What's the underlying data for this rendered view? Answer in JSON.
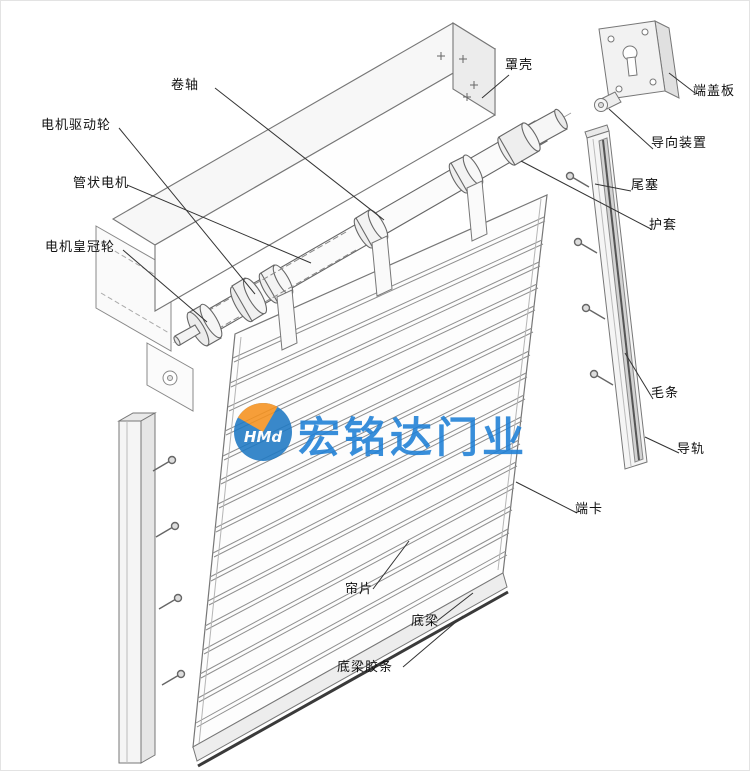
{
  "labels": {
    "roller_shaft": "卷轴",
    "cover_housing": "罩壳",
    "motor_drive_wheel": "电机驱动轮",
    "tubular_motor": "管状电机",
    "motor_crown_wheel": "电机皇冠轮",
    "end_cover_plate": "端盖板",
    "guide_device": "导向装置",
    "tail_plug": "尾塞",
    "protective_sleeve": "护套",
    "brush_strip": "毛条",
    "guide_rail": "导轨",
    "end_clip": "端卡",
    "curtain_slat": "帘片",
    "bottom_beam": "底梁",
    "bottom_beam_rubber": "底梁胶条"
  },
  "watermark": {
    "brand_text": "宏铭达门业",
    "logo_text": "HMd",
    "brand_color": "#1d7fd6",
    "logo_orange": "#f6921e",
    "logo_blue": "#1e79c4"
  }
}
